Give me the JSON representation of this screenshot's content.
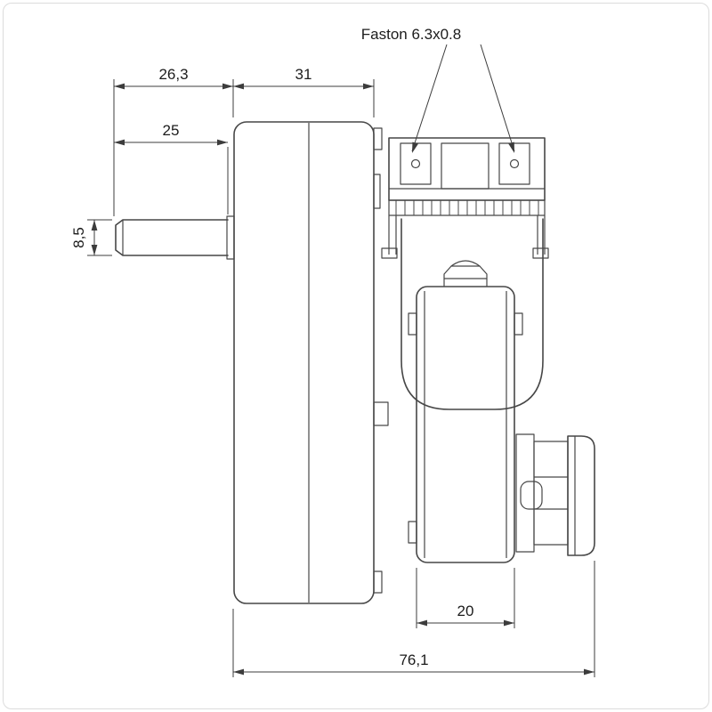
{
  "drawing": {
    "type": "technical-dimension-drawing",
    "subject": "gear-motor-side-view"
  },
  "colors": {
    "line": "#474747",
    "dimension_line": "#3c3c3c",
    "text": "#1c1c1c",
    "background": "#ffffff",
    "frame_border": "#dcdcdc"
  },
  "labels": {
    "faston": "Faston 6.3x0.8"
  },
  "dimensions": {
    "shaft_protrusion": "26,3",
    "gearbox_depth": "31",
    "shaft_length": "25",
    "shaft_width": "8,5",
    "motor_body_width": "20",
    "overall_depth": "76,1"
  }
}
